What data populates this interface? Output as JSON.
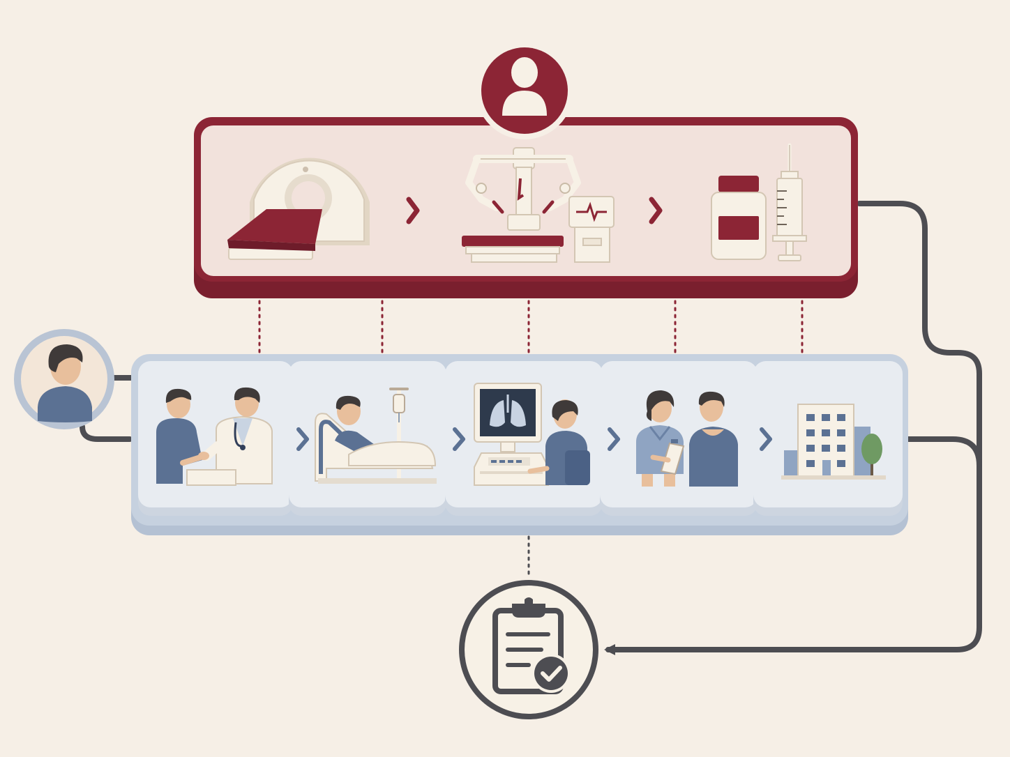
{
  "colors": {
    "background": "#f6efe6",
    "maroon": "#8c2535",
    "maroon_dark": "#6e1c2a",
    "clinical_panel": "#f2e2dc",
    "patient_band": "#c3cedd",
    "patient_card": "#e8ecf1",
    "slate_blue": "#5b7193",
    "connector": "#4d4d52",
    "cream": "#f7f1e6",
    "skin": "#e8bf9c",
    "hair": "#3f3a39",
    "tree_green": "#6f9a63"
  },
  "header": {
    "icon": "person-icon"
  },
  "clinical_steps": [
    {
      "name": "ct-scanner",
      "icon": "ct-scanner-icon"
    },
    {
      "name": "surgical-robot",
      "icon": "surgical-robot-icon"
    },
    {
      "name": "medication",
      "icon": "pill-bottle-syringe-icon"
    }
  ],
  "patient_avatar": {
    "icon": "patient-avatar-icon"
  },
  "patient_steps": [
    {
      "name": "consultation",
      "icon": "doctor-consultation-icon"
    },
    {
      "name": "hospital-stay",
      "icon": "hospital-bed-iv-icon"
    },
    {
      "name": "imaging-review",
      "icon": "lung-xray-monitor-icon"
    },
    {
      "name": "nursing-care",
      "icon": "nurse-patient-icon"
    },
    {
      "name": "discharge",
      "icon": "hospital-building-icon"
    }
  ],
  "outcome": {
    "icon": "clipboard-check-icon"
  }
}
